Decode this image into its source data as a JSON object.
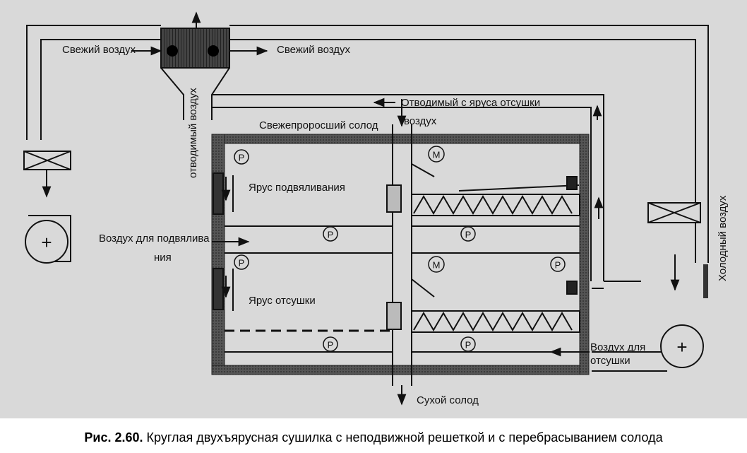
{
  "labels": {
    "fresh_air_left": "Свежий воздух",
    "fresh_air_right": "Свежий воздух",
    "exhaust_air_vertical": "отводимый воздух",
    "exhaust_from_kilning": "Отводимый с яруса отсушки",
    "exhaust_from_kilning_2": "воздух",
    "green_malt": "Свежепроросший солод",
    "withering_tier": "Ярус подвяливания",
    "withering_air_1": "Воздух для подвялива",
    "withering_air_2": "ния",
    "kilning_tier": "Ярус отсушки",
    "cold_air": "Холодный воздух",
    "kilning_air_1": "Воздух для",
    "kilning_air_2": "отсушки",
    "dry_malt": "Сухой солод"
  },
  "symbols": {
    "pump": "P",
    "motor": "M",
    "fan": "+"
  },
  "caption": {
    "number": "Рис. 2.60.",
    "text": " Круглая двухъярусная сушилка с неподвижной решеткой и с перебрасыванием солода"
  }
}
